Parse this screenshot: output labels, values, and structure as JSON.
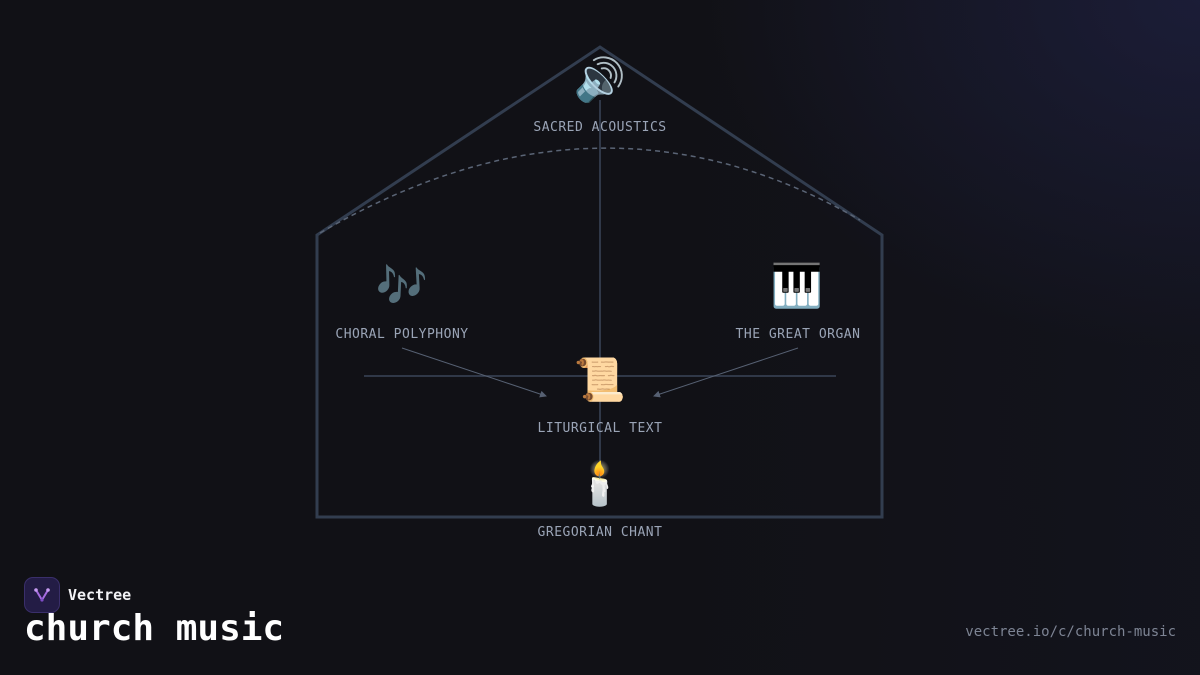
{
  "diagram": {
    "nodes": {
      "acoustics": {
        "icon": "🔊",
        "icon_name": "speaker-icon",
        "label": "SACRED ACOUSTICS"
      },
      "polyphony": {
        "icon": "🎶",
        "icon_name": "music-notes-icon",
        "label": "CHORAL POLYPHONY"
      },
      "organ": {
        "icon": "🎹",
        "icon_name": "piano-keys-icon",
        "label": "THE GREAT ORGAN"
      },
      "liturgical": {
        "icon": "📜",
        "icon_name": "scroll-icon",
        "label": "LITURGICAL TEXT"
      },
      "chant": {
        "icon": "🕯️",
        "icon_name": "candle-icon",
        "label": "GREGORIAN CHANT"
      }
    },
    "colors": {
      "outline": "#323d4f",
      "line": "#3a4558",
      "dashed": "#5a6475",
      "arrow": "#566072",
      "label": "#9aa4b6"
    }
  },
  "footer": {
    "brand": "Vectree",
    "title": "church music",
    "url": "vectree.io/c/church-music",
    "brand_accent": "#a56be0"
  }
}
